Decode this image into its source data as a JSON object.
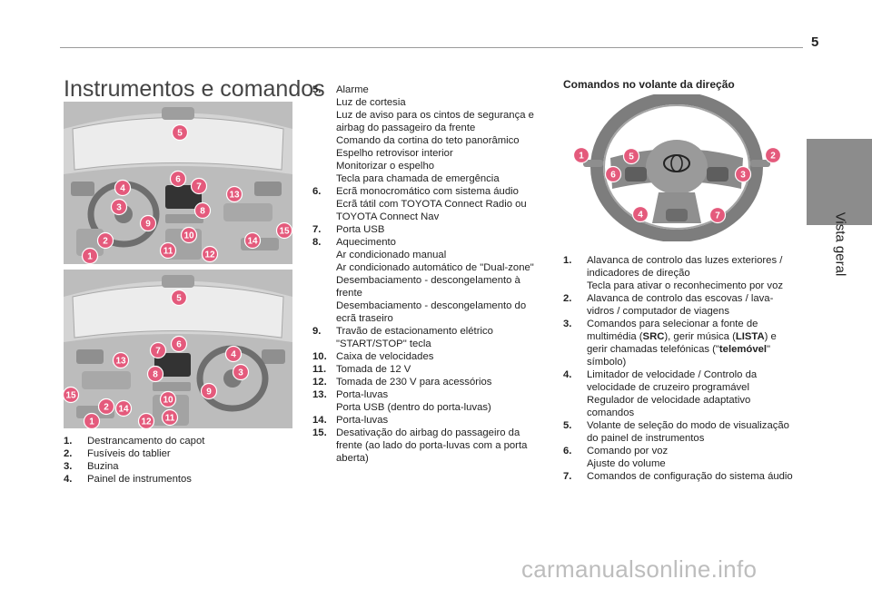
{
  "page_number": "5",
  "side_tab": "Vista geral",
  "title": "Instrumentos e comandos",
  "steering_heading": "Comandos no volante da direção",
  "watermark": "carmanualsonline.info",
  "badge_color": "#e45a7c",
  "figure_top_markers": [
    "1",
    "2",
    "3",
    "4",
    "5",
    "6",
    "7",
    "8",
    "9",
    "10",
    "11",
    "12",
    "13",
    "14",
    "15"
  ],
  "figure_bottom_markers": [
    "1",
    "2",
    "3",
    "4",
    "5",
    "6",
    "7",
    "8",
    "9",
    "10",
    "11",
    "12",
    "13",
    "14",
    "15"
  ],
  "steering_markers": [
    "1",
    "2",
    "3",
    "4",
    "5",
    "6",
    "7"
  ],
  "left_list": [
    {
      "num": "1.",
      "lines": [
        "Destrancamento do capot"
      ]
    },
    {
      "num": "2.",
      "lines": [
        "Fusíveis do tablier"
      ]
    },
    {
      "num": "3.",
      "lines": [
        "Buzina"
      ]
    },
    {
      "num": "4.",
      "lines": [
        "Painel de instrumentos"
      ]
    }
  ],
  "middle_list": [
    {
      "num": "5.",
      "lines": [
        "Alarme",
        "Luz de cortesia",
        "Luz de aviso para os cintos de segurança e",
        "airbag do passageiro da frente",
        "Comando da cortina do teto panorâmico",
        "Espelho retrovisor interior",
        "Monitorizar o espelho",
        "Tecla para chamada de emergência"
      ]
    },
    {
      "num": "6.",
      "lines": [
        "Ecrã monocromático com sistema áudio",
        "Ecrã tátil com TOYOTA Connect Radio ou",
        "TOYOTA Connect Nav"
      ]
    },
    {
      "num": "7.",
      "lines": [
        "Porta USB"
      ]
    },
    {
      "num": "8.",
      "lines": [
        "Aquecimento",
        "Ar condicionado manual",
        "Ar condicionado automático de \"Dual-zone\"",
        "Desembaciamento - descongelamento à",
        "frente",
        "Desembaciamento - descongelamento do",
        "ecrã traseiro"
      ]
    },
    {
      "num": "9.",
      "lines": [
        "Travão de estacionamento elétrico",
        "\"START/STOP\" tecla"
      ]
    },
    {
      "num": "10.",
      "lines": [
        "Caixa de velocidades"
      ]
    },
    {
      "num": "11.",
      "lines": [
        "Tomada de 12 V"
      ]
    },
    {
      "num": "12.",
      "lines": [
        "Tomada de 230 V para acessórios"
      ]
    },
    {
      "num": "13.",
      "lines": [
        "Porta-luvas",
        "Porta USB (dentro do porta-luvas)"
      ]
    },
    {
      "num": "14.",
      "lines": [
        "Porta-luvas"
      ]
    },
    {
      "num": "15.",
      "lines": [
        "Desativação do airbag do passageiro da",
        "frente (ao lado do porta-luvas com a porta",
        "aberta)"
      ]
    }
  ],
  "right_list": [
    {
      "num": "1.",
      "lines": [
        "Alavanca de controlo das luzes exteriores /",
        "indicadores de direção",
        "Tecla para ativar o reconhecimento por voz"
      ]
    },
    {
      "num": "2.",
      "lines": [
        "Alavanca de controlo das escovas / lava-",
        "vidros / computador de viagens"
      ]
    },
    {
      "num": "3.",
      "lines": [
        "Comandos para selecionar a fonte de",
        "multimédia (SRC), gerir música (LISTA) e",
        "gerir chamadas telefónicas (\"telemóvel\"",
        "símbolo)"
      ]
    },
    {
      "num": "4.",
      "lines": [
        "Limitador de velocidade / Controlo da",
        "velocidade de cruzeiro programável",
        "Regulador de velocidade adaptativo",
        "comandos"
      ]
    },
    {
      "num": "5.",
      "lines": [
        "Volante de seleção do modo de visualização",
        "do painel de instrumentos"
      ]
    },
    {
      "num": "6.",
      "lines": [
        "Comando por voz",
        "Ajuste do volume"
      ]
    },
    {
      "num": "7.",
      "lines": [
        "Comandos de configuração do sistema áudio"
      ]
    }
  ]
}
